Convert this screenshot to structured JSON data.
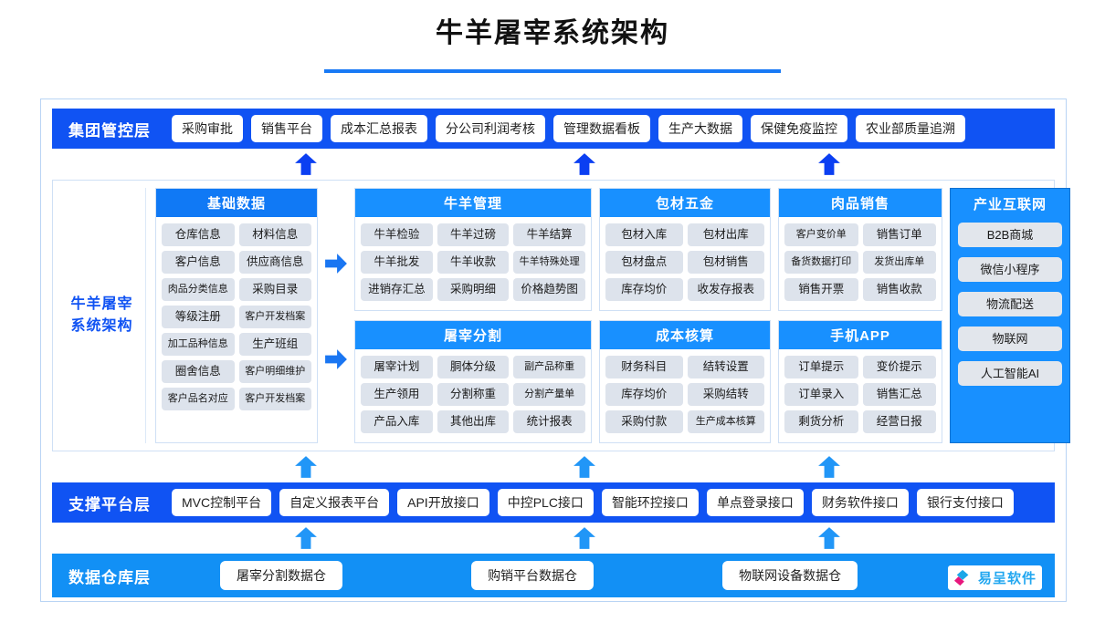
{
  "page": {
    "title": "牛羊屠宰系统架构",
    "accent_blue": "#1053f3",
    "light_blue": "#1890ff",
    "chip_gray": "#dde3ec"
  },
  "group_layer": {
    "title": "集团管控层",
    "items": [
      "采购审批",
      "销售平台",
      "成本汇总报表",
      "分公司利润考核",
      "管理数据看板",
      "生产大数据",
      "保健免疫监控",
      "农业部质量追溯"
    ]
  },
  "left_label": {
    "line1": "牛羊屠宰",
    "line2": "系统架构"
  },
  "base_data": {
    "title": "基础数据",
    "items": [
      "仓库信息",
      "材料信息",
      "客户信息",
      "供应商信息",
      "肉品分类信息",
      "采购目录",
      "等级注册",
      "客户开发档案",
      "加工品种信息",
      "生产班组",
      "圈舍信息",
      "客户明细维护",
      "客户品名对应",
      "客户开发档案"
    ]
  },
  "modules": [
    {
      "title": "牛羊管理",
      "columns": 3,
      "items": [
        "牛羊检验",
        "牛羊过磅",
        "牛羊结算",
        "牛羊批发",
        "牛羊收款",
        "牛羊特殊处理",
        "进销存汇总",
        "采购明细",
        "价格趋势图"
      ]
    },
    {
      "title": "包材五金",
      "columns": 2,
      "items": [
        "包材入库",
        "包材出库",
        "包材盘点",
        "包材销售",
        "库存均价",
        "收发存报表"
      ]
    },
    {
      "title": "肉品销售",
      "columns": 2,
      "items": [
        "客户变价单",
        "销售订单",
        "备货数据打印",
        "发货出库单",
        "销售开票",
        "销售收款"
      ]
    },
    {
      "title": "屠宰分割",
      "columns": 3,
      "items": [
        "屠宰计划",
        "胴体分级",
        "副产品称重",
        "生产领用",
        "分割称重",
        "分割产量单",
        "产品入库",
        "其他出库",
        "统计报表"
      ]
    },
    {
      "title": "成本核算",
      "columns": 2,
      "items": [
        "财务科目",
        "结转设置",
        "库存均价",
        "采购结转",
        "采购付款",
        "生产成本核算"
      ]
    },
    {
      "title": "手机APP",
      "columns": 2,
      "items": [
        "订单提示",
        "变价提示",
        "订单录入",
        "销售汇总",
        "剩货分析",
        "经营日报"
      ]
    }
  ],
  "industry": {
    "title": "产业互联网",
    "items": [
      "B2B商城",
      "微信小程序",
      "物流配送",
      "物联网",
      "人工智能AI"
    ]
  },
  "platform_layer": {
    "title": "支撑平台层",
    "items": [
      "MVC控制平台",
      "自定义报表平台",
      "API开放接口",
      "中控PLC接口",
      "智能环控接口",
      "单点登录接口",
      "财务软件接口",
      "银行支付接口"
    ]
  },
  "warehouse_layer": {
    "title": "数据仓库层",
    "items": [
      "屠宰分割数据仓",
      "购销平台数据仓",
      "物联网设备数据仓"
    ]
  },
  "logo": {
    "text": "易呈软件"
  }
}
